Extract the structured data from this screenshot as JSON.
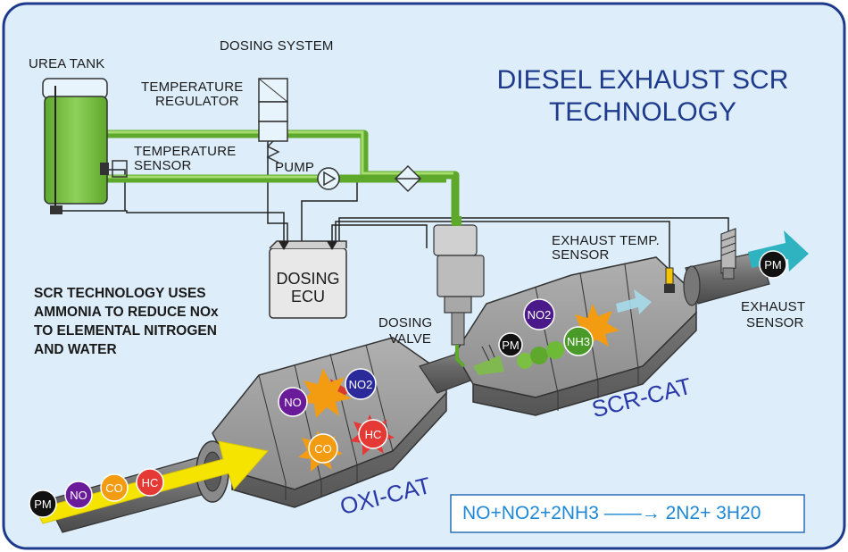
{
  "title": {
    "line1": "DIESEL EXHAUST SCR",
    "line2": "TECHNOLOGY"
  },
  "labels": {
    "urea_tank": "UREA TANK",
    "dosing_system": "DOSING SYSTEM",
    "temp_regulator_1": "TEMPERATURE",
    "temp_regulator_2": "REGULATOR",
    "temp_sensor_1": "TEMPERATURE",
    "temp_sensor_2": "SENSOR",
    "pump": "PUMP",
    "dosing_ecu_1": "DOSING",
    "dosing_ecu_2": "ECU",
    "dosing_valve_1": "DOSING",
    "dosing_valve_2": "VALVE",
    "exhaust_temp_sensor_1": "EXHAUST TEMP.",
    "exhaust_temp_sensor_2": "SENSOR",
    "exhaust_sensor_1": "EXHAUST",
    "exhaust_sensor_2": "SENSOR",
    "oxi_cat": "OXI-CAT",
    "scr_cat": "SCR-CAT"
  },
  "description": {
    "line1": "SCR TECHNOLOGY USES",
    "line2": "AMMONIA TO REDUCE NOx",
    "line3": "TO ELEMENTAL NITROGEN",
    "line4": "AND WATER"
  },
  "equation": "NO+NO2+2NH3 ——→ 2N2+ 3H20",
  "molecules": {
    "inlet": [
      "PM",
      "NO",
      "CO",
      "HC"
    ],
    "oxi": [
      "NO",
      "NO2",
      "HC",
      "CO"
    ],
    "scr": [
      "NO2",
      "PM",
      "NH3"
    ],
    "outlet": "PM"
  },
  "colors": {
    "background": "#ddeefa",
    "border": "#1e3a8c",
    "urea": "#7bc043",
    "catalyst": "#8a8a8a",
    "pm": "#111111",
    "no": "#6a1b9a",
    "co": "#f39c12",
    "hc": "#e53935",
    "arrow_in": "#f5e400",
    "arrow_out": "#2fb3c0"
  }
}
